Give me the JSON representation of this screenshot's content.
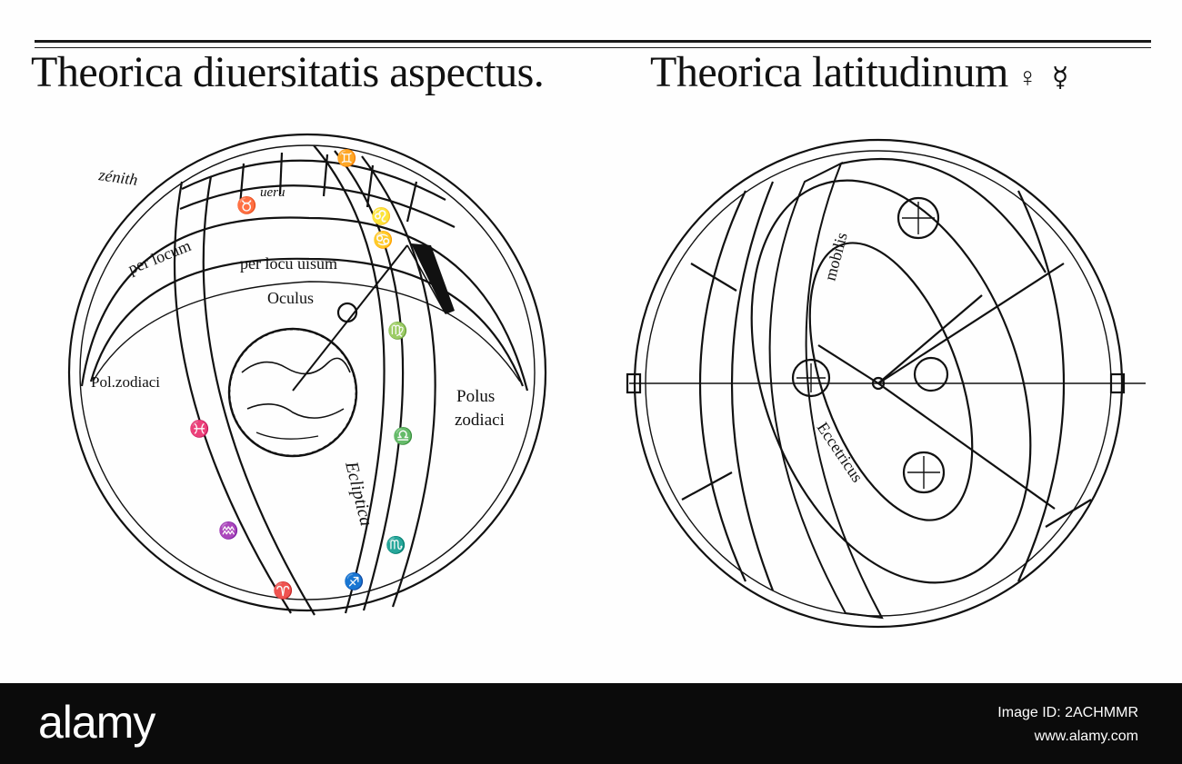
{
  "titles": {
    "left": "Theorica diuersitatis aspectus.",
    "right": "Theorica latitudinum",
    "right_symbols": "♀ ☿"
  },
  "left_diagram": {
    "labels": {
      "zenith": "zénith",
      "per_locum": "per locum",
      "per_locu_uisum": "per locũ uisum",
      "oculus": "Oculus",
      "pol_zodiaci": "Pol.zodiaci",
      "polus": "Polus",
      "zodiaci": "zodiaci",
      "ecliptica": "Ecliptica",
      "veru": "ueru"
    },
    "zodiac_glyphs": [
      "♊",
      "♉",
      "♋",
      "♓",
      "♒",
      "♈",
      "♍",
      "♎",
      "♏",
      "♐",
      "♌"
    ]
  },
  "right_diagram": {
    "labels": {
      "mobilis": "mobilis",
      "eccentricus": "Eccetricus"
    }
  },
  "footer": {
    "logo": "alamy",
    "image_id": "Image ID: 2ACHMMR",
    "site": "www.alamy.com"
  }
}
